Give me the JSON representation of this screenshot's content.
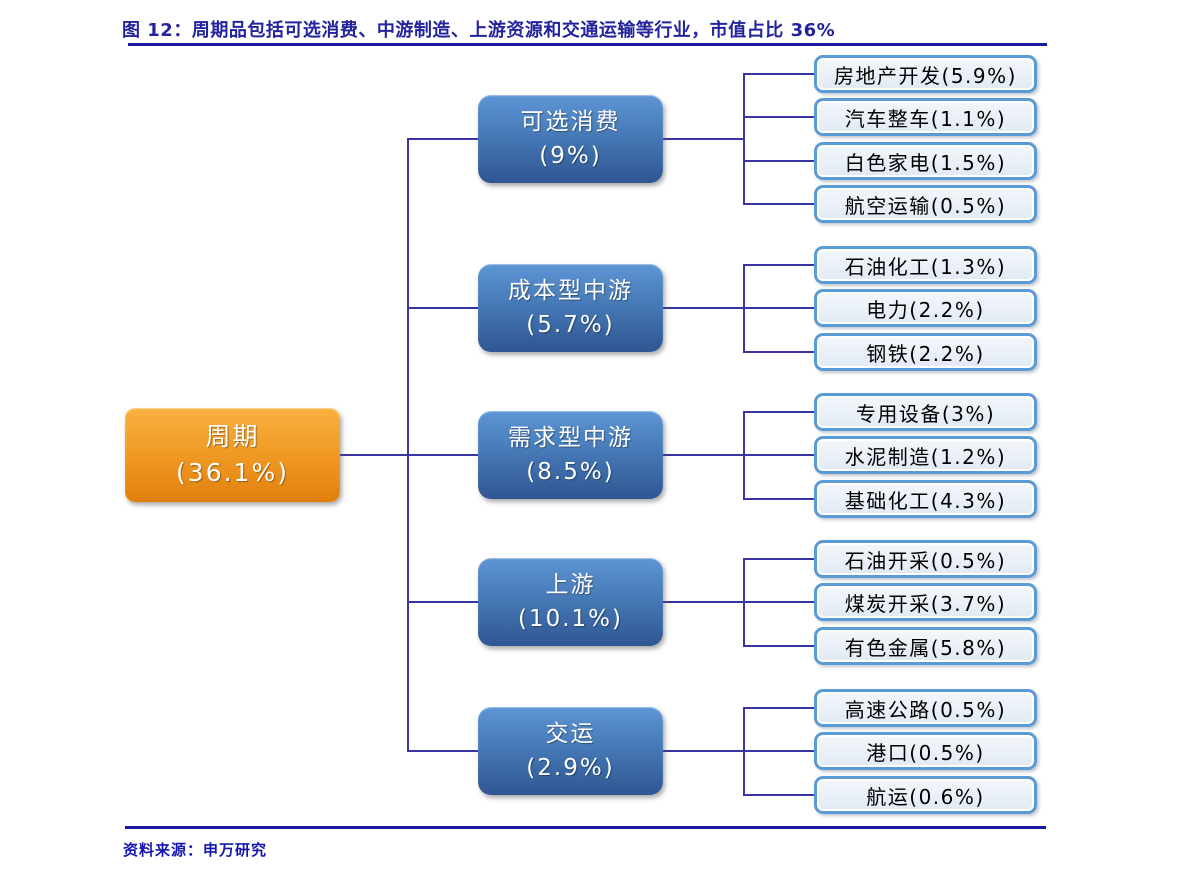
{
  "figure": {
    "title": "图 12：周期品包括可选消费、中游制造、上游资源和交通运输等行业，市值占比 36%",
    "source": "资料来源：申万研究"
  },
  "colors": {
    "background": "#FFFFFF",
    "title_text": "#23239E",
    "divider": "#1A1A9E",
    "source_text": "#1515B2",
    "connector": "#3A34A2",
    "root_gradient_top": "#F8B13F",
    "root_gradient_bottom": "#E07F0C",
    "branch_gradient_top": "#5E95D5",
    "branch_gradient_bottom": "#2F5692",
    "leaf_fill": "#E9EFF7",
    "leaf_border": "#5B9BD5",
    "leaf_text": "#000000",
    "node_text": "#FFFFFF"
  },
  "tree": {
    "root": {
      "label": "周期",
      "value": "(36.1%)"
    },
    "branches": [
      {
        "label": "可选消费",
        "value": "(9%)",
        "single_line": false,
        "leaves": [
          "房地产开发(5.9%)",
          "汽车整车(1.1%)",
          "白色家电(1.5%)",
          "航空运输(0.5%)"
        ]
      },
      {
        "label": "成本型中游",
        "value": "(5.7%)",
        "single_line": false,
        "leaves": [
          "石油化工(1.3%)",
          "电力(2.2%)",
          "钢铁(2.2%)"
        ]
      },
      {
        "label": "需求型中游",
        "value": "(8.5%)",
        "single_line": false,
        "leaves": [
          "专用设备(3%)",
          "水泥制造(1.2%)",
          "基础化工(4.3%)"
        ]
      },
      {
        "label": "上游",
        "value": "(10.1%)",
        "single_line": false,
        "leaves": [
          "石油开采(0.5%)",
          "煤炭开采(3.7%)",
          "有色金属(5.8%)"
        ]
      },
      {
        "label": "交运",
        "value": "(2.9%)",
        "single_line": true,
        "leaves": [
          "高速公路(0.5%)",
          "港口(0.5%)",
          "航运(0.6%)"
        ]
      }
    ]
  }
}
